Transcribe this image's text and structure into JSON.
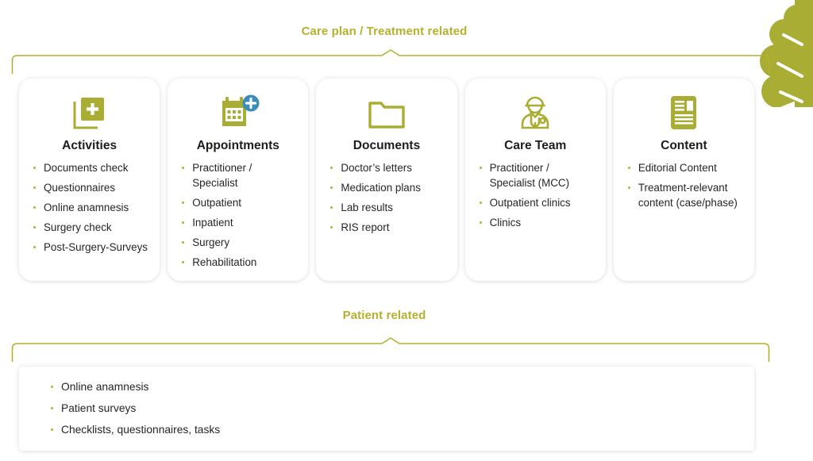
{
  "theme": {
    "accent_olive": "#A9AD33",
    "label_olive": "#B5B02E",
    "badge_blue": "#3C8DBC",
    "text_dark": "#1D1D1B",
    "background": "#FFFFFF"
  },
  "groups": {
    "top_label": "Care plan / Treatment related",
    "bottom_label": "Patient related"
  },
  "cards": [
    {
      "icon": "documents-plus-icon",
      "title": "Activities",
      "items": [
        "Documents check",
        "Questionnaires",
        "Online anamnesis",
        "Surgery check",
        "Post-Surgery-Surveys"
      ]
    },
    {
      "icon": "calendar-add-icon",
      "title": "Appointments",
      "items": [
        "Practitioner / Specialist",
        "Outpatient",
        "Inpatient",
        "Surgery",
        "Rehabilitation"
      ]
    },
    {
      "icon": "folder-icon",
      "title": "Documents",
      "items": [
        "Doctor’s letters",
        "Medication plans",
        "Lab results",
        "RIS report"
      ]
    },
    {
      "icon": "doctor-icon",
      "title": "Care Team",
      "items": [
        "Practitioner / Specialist (MCC)",
        "Outpatient clinics",
        "Clinics"
      ]
    },
    {
      "icon": "article-icon",
      "title": "Content",
      "items": [
        "Editorial Content",
        "Treatment-relevant content (case/phase)"
      ]
    }
  ],
  "bottom_panel": {
    "items": [
      "Online anamnesis",
      "Patient surveys",
      "Checklists, questionnaires, tasks"
    ]
  },
  "decor": {
    "leaf": "leaf-decoration"
  }
}
